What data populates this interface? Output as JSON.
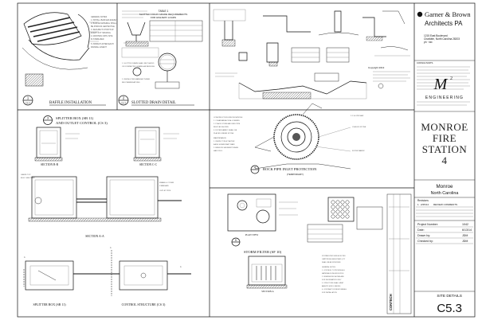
{
  "firm": {
    "name": "Garner & Brown",
    "subtitle": "Architects PA",
    "address_line1": "1215 East Boulevard",
    "address_line2": "Charlotte, North Carolina 28203",
    "copyright": "Copyright 2013",
    "consultants_label": "CONSULTANTS"
  },
  "engineer": {
    "logo_text": "M",
    "logo_super": "2",
    "name": "ENGINEERING"
  },
  "project": {
    "title_line1": "MONROE",
    "title_line2": "FIRE",
    "title_line3": "STATION",
    "title_line4": "4",
    "city": "Monroe",
    "state": "North Carolina"
  },
  "revisions": {
    "header": "Revisions",
    "rows": [
      {
        "num": "1",
        "date": "2/25/14",
        "desc": "REVIEW COMMENTS"
      }
    ]
  },
  "titleblock": {
    "fields": [
      {
        "label": "Project Number:",
        "value": "1042"
      },
      {
        "label": "Date:",
        "value": "6/13/14"
      },
      {
        "label": "Drawn by:",
        "value": "JDM"
      },
      {
        "label": "Checked by:",
        "value": "JDM"
      }
    ],
    "sheet_title": "SITE DETAILS",
    "sheet_number": "C5.3"
  },
  "details": {
    "baffle": {
      "title": "BAFFLE INSTALLATION",
      "num": "1",
      "sheet": "C5.3"
    },
    "slotted_drain": {
      "title": "SLOTTED DRAIN DETAIL",
      "num": "2",
      "sheet": "C5.3",
      "table_title_1": "TABLE 1",
      "table_title_2": "SLOTTED DRAIN GRADE REQUIREMENTS",
      "table_title_3": "FOR HIGHWAY LOADS"
    },
    "splitter_outlet": {
      "title": "SPLITTER BOX (SB 11)",
      "title2": "AND OUTLET CONTROL (CS 3)",
      "num": "3"
    },
    "section_bb": "SECTION B-B",
    "section_cc": "SECTION C-C",
    "section_aa": "SECTION A-A",
    "splitter_box": "SPLITTER BOX (SB 11)",
    "control_structure": "CONTROL STRUCTURE (CS 3)",
    "rock_pipe": {
      "title": "ROCK PIPE INLET PROTECTION",
      "subtitle": "(TEMPORARY)",
      "num": "4"
    },
    "storm_filter": {
      "title": "STORM FILTER (SF 10)",
      "num": "5",
      "plan_view": "PLAN VIEW",
      "section_a": "SECTION A"
    },
    "contech": "CONTECH"
  }
}
